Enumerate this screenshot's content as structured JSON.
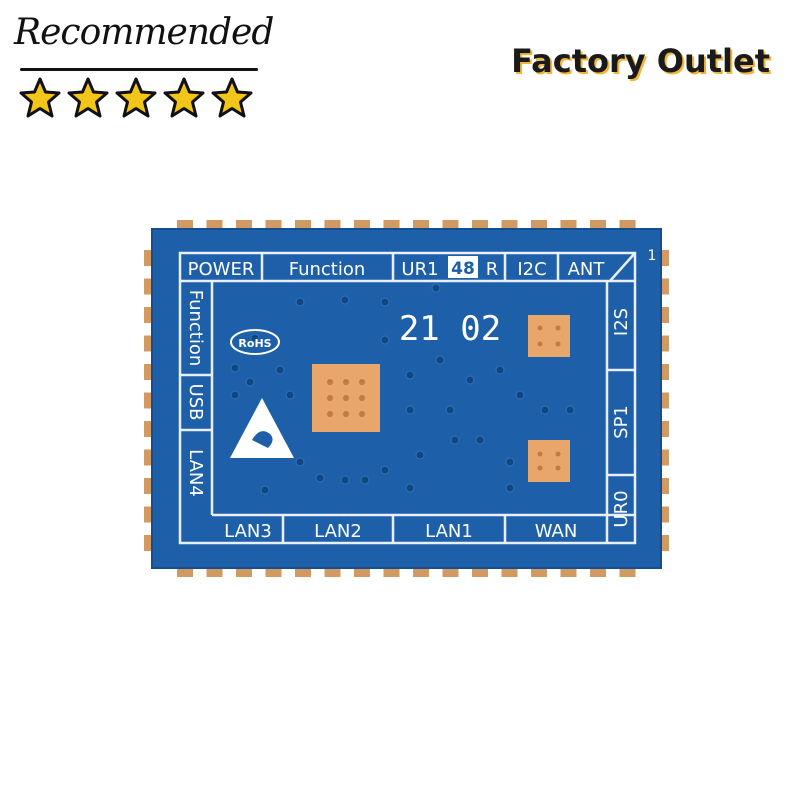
{
  "badge": {
    "text": "Recommended",
    "stars": 5,
    "star_color": "#f2c618"
  },
  "header": {
    "title": "Factory Outlet"
  },
  "board": {
    "pcb_color": "#1d5fa8",
    "pad_color": "#d29a63",
    "copper_color": "#e8a66a",
    "labels": {
      "power": "POWER",
      "function_top": "Function",
      "ur1": "UR1",
      "num48": "48",
      "r": "R",
      "i2c": "I2C",
      "ant": "ANT",
      "function_side": "Function",
      "usb": "USB",
      "lan4": "LAN4",
      "lan3": "LAN3",
      "lan2": "LAN2",
      "lan1": "LAN1",
      "wan": "WAN",
      "i2s": "I2S",
      "sp1": "SP1",
      "ur0": "UR0",
      "date": "21 02",
      "rohs": "RoHS",
      "pin1": "1"
    }
  }
}
